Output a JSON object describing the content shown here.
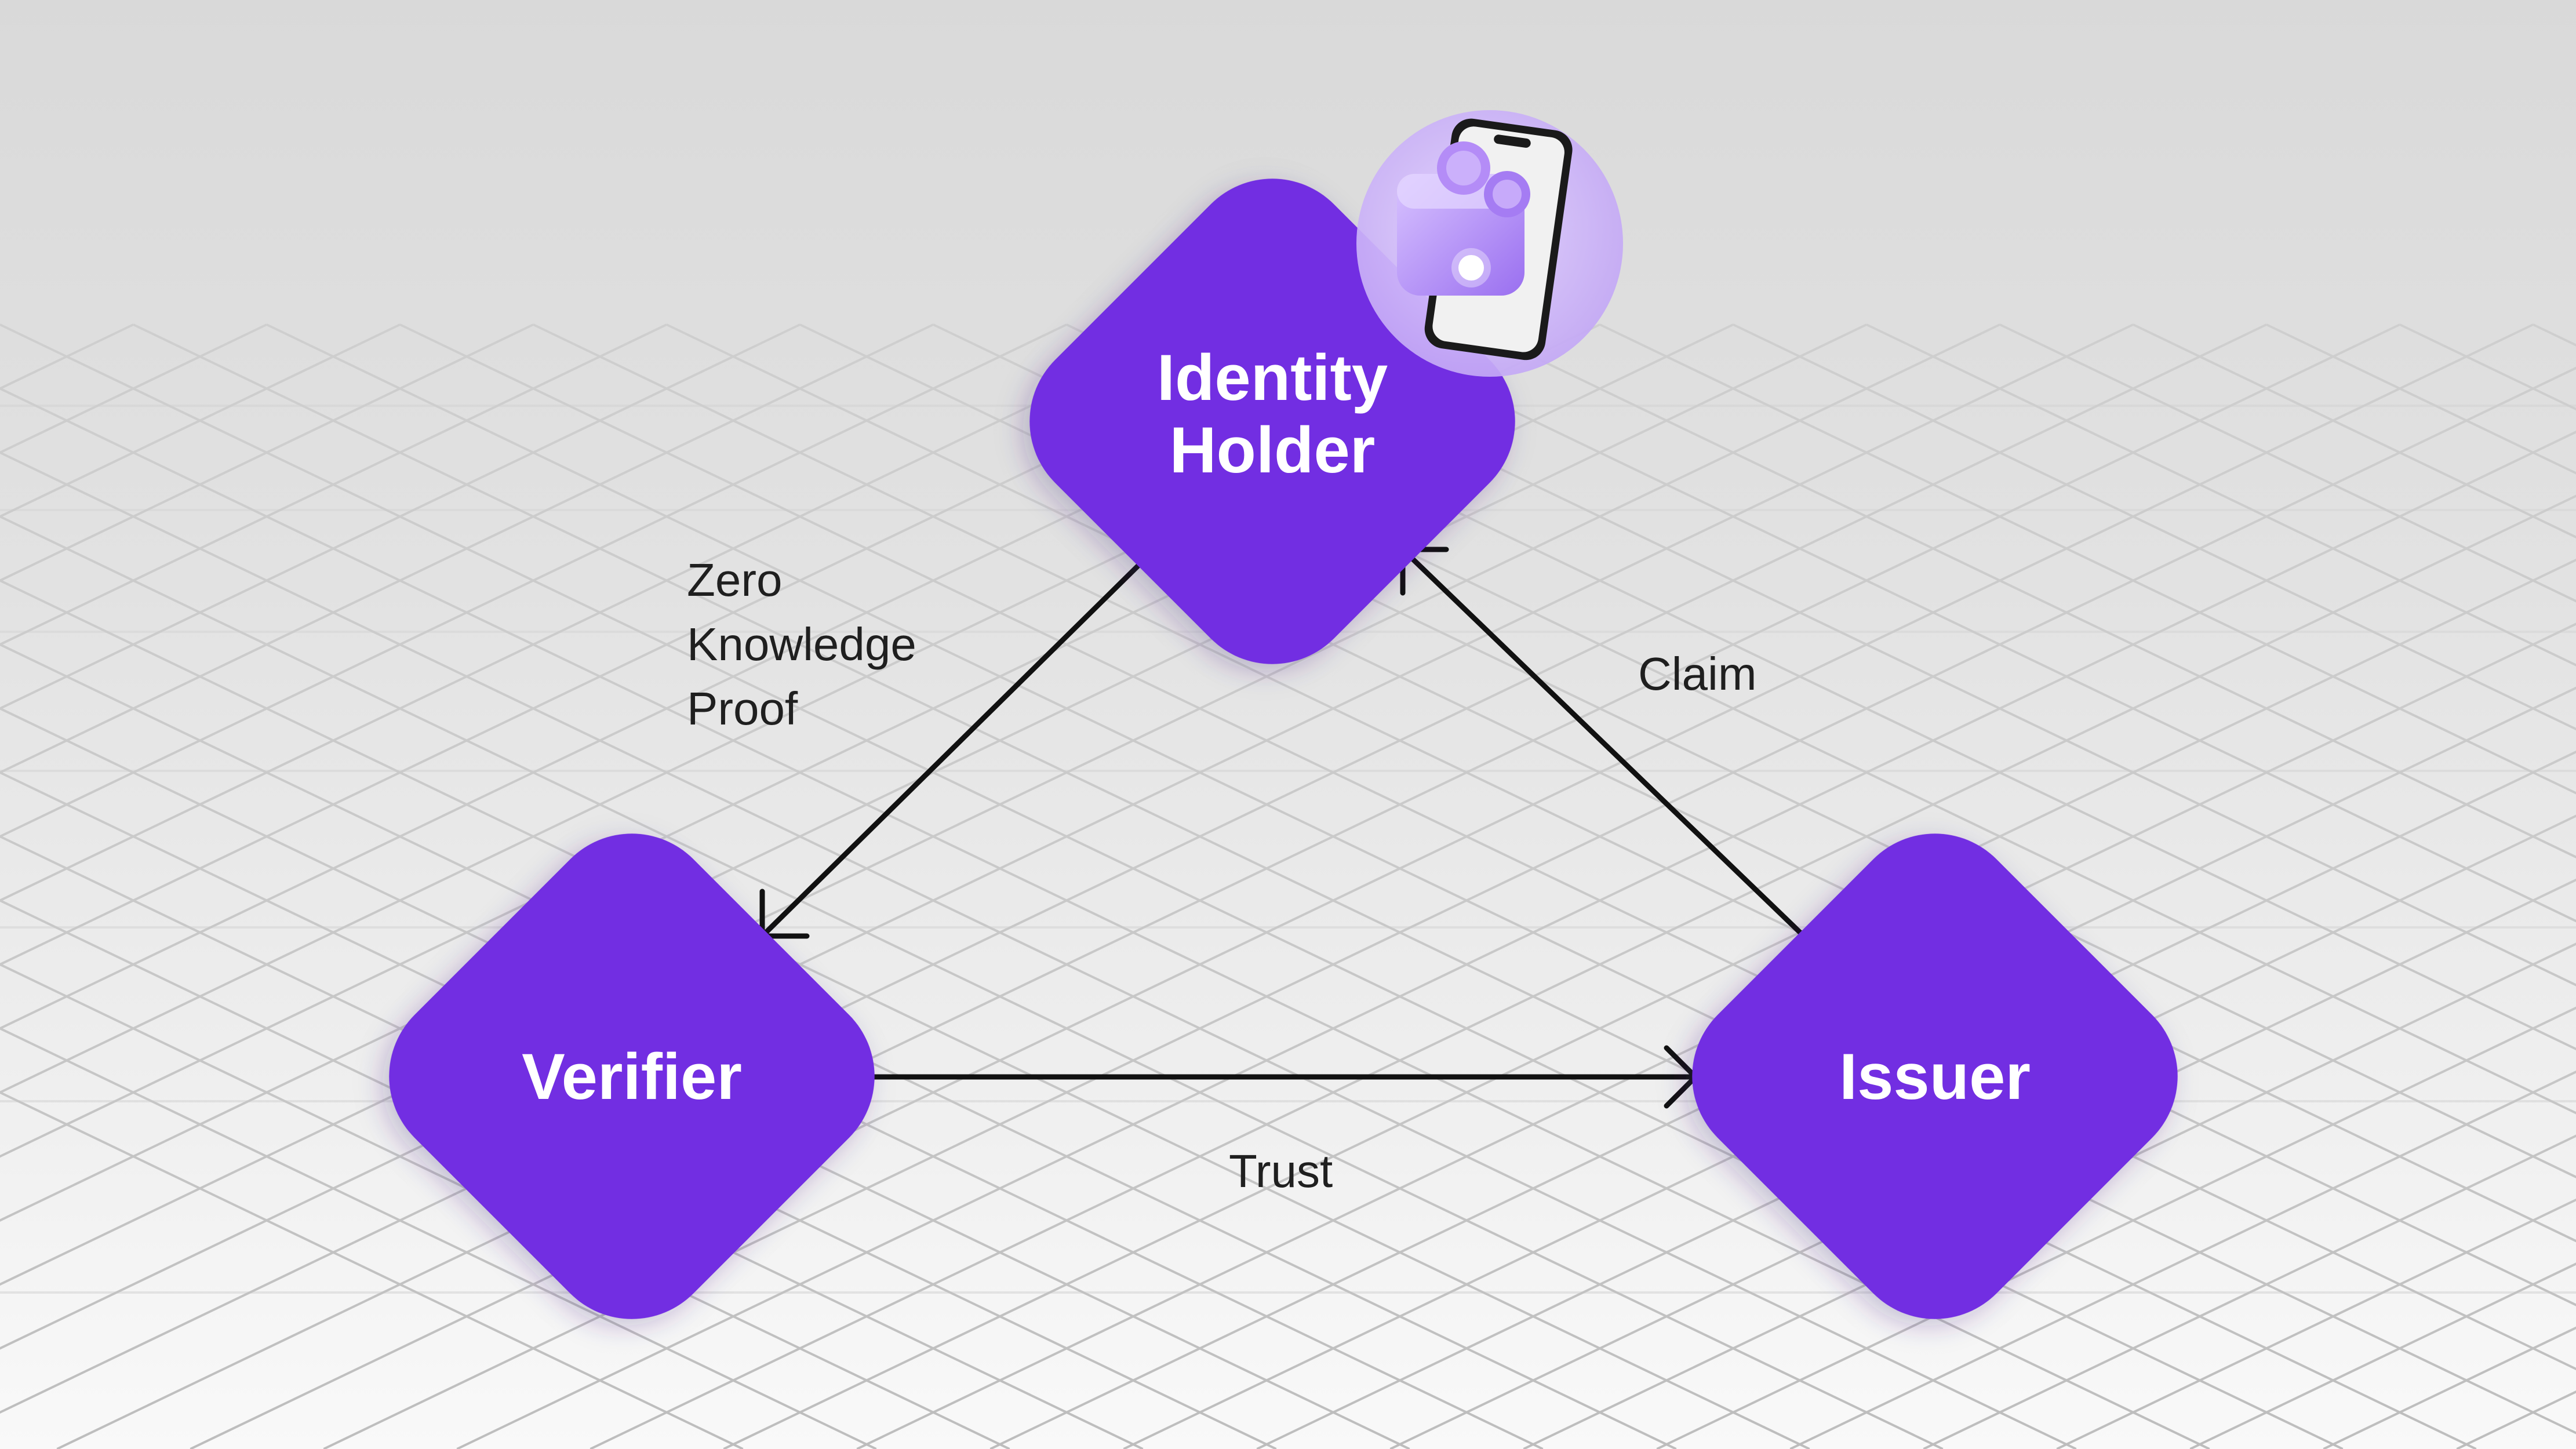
{
  "nodes": {
    "identity_holder": {
      "line1": "Identity",
      "line2": "Holder"
    },
    "verifier": {
      "label": "Verifier"
    },
    "issuer": {
      "label": "Issuer"
    }
  },
  "edges": {
    "proof": {
      "line1": "Zero",
      "line2": "Knowledge",
      "line3": "Proof"
    },
    "claim": {
      "label": "Claim"
    },
    "trust": {
      "label": "Trust"
    }
  },
  "colors": {
    "node_fill": "#722ee2",
    "node_text": "#ffffff",
    "arrow": "#111111",
    "edge_text": "#1f1f1f",
    "accent_light": "#c9b0f7"
  },
  "icons": {
    "holder_badge": "phone-wallet-icon"
  }
}
